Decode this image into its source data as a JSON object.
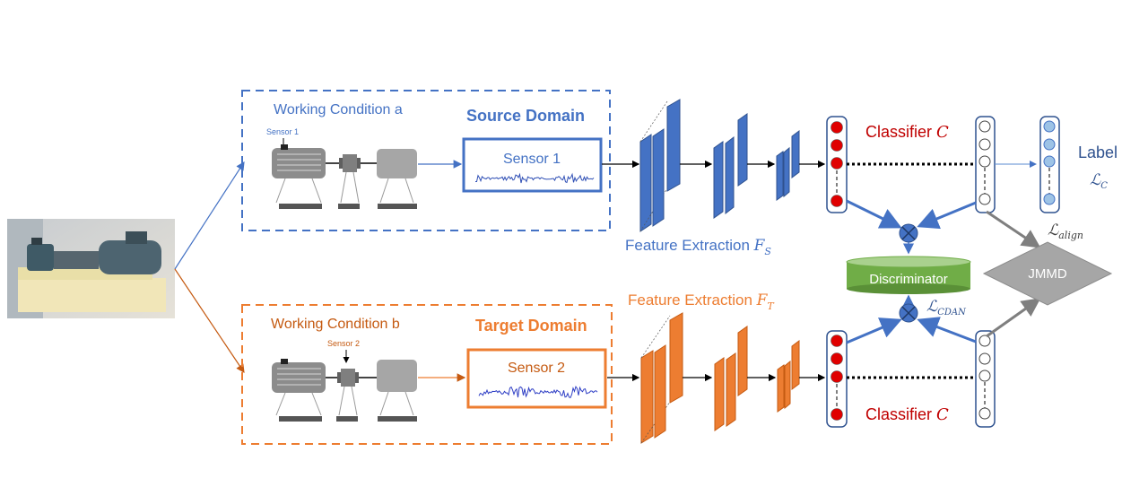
{
  "source": {
    "condition": "Working Condition a",
    "domain": "Source Domain",
    "sensor_tag": "Sensor 1",
    "sensor_box": "Sensor 1",
    "feature_prefix": "Feature Extraction ",
    "feature_sym": "F",
    "feature_sub": "S"
  },
  "target": {
    "condition": "Working Condition b",
    "domain": "Target Domain",
    "sensor_tag": "Sensor 2",
    "sensor_box": "Sensor 2",
    "feature_prefix": "Feature Extraction ",
    "feature_sym": "F",
    "feature_sub": "T"
  },
  "classifier": {
    "prefix": "Classifier ",
    "sym": "C"
  },
  "label": {
    "text": "Label",
    "loss_sym": "ℒ",
    "loss_sub": "C"
  },
  "discriminator": "Discriminator",
  "jmmd": "JMMD",
  "loss_align": {
    "sym": "ℒ",
    "sub": "align"
  },
  "loss_cdan": {
    "sym": "ℒ",
    "sub": "CDAN"
  },
  "colors": {
    "source": "#4472c4",
    "target": "#ed7d31",
    "red_node": "#e00000",
    "label_node": "#9dc3e6",
    "discriminator": "#70ad47",
    "jmmd": "#a6a6a6",
    "classifier_text": "#c00000"
  }
}
